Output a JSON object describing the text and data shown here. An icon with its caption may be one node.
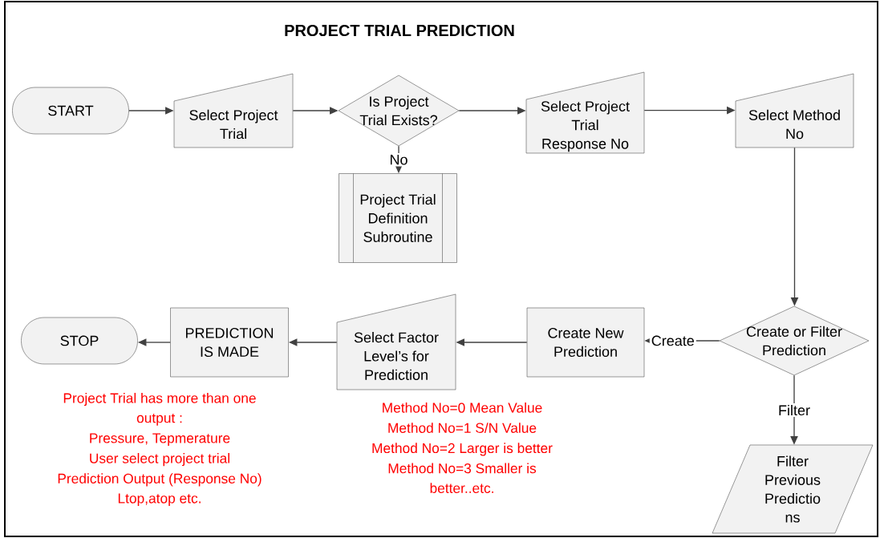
{
  "diagram": {
    "title": "PROJECT TRIAL PREDICTION",
    "nodes": [
      {
        "text": [
          "START"
        ]
      },
      {
        "text": [
          "Select Project Trial"
        ]
      },
      {
        "text": [
          "Is Project Trial Exists?"
        ]
      },
      {
        "text": [
          "Project Trial Definition Subroutine"
        ]
      },
      {
        "text": [
          "Select Project Trial Response No"
        ]
      },
      {
        "text": [
          "Select Method No"
        ]
      },
      {
        "text": [
          "Create or Filter Prediction"
        ]
      },
      {
        "text": [
          "Create New Prediction"
        ]
      },
      {
        "text": [
          "Select Factor Level’s for Prediction"
        ]
      },
      {
        "text": [
          "PREDICTION IS MADE"
        ]
      },
      {
        "text": [
          "STOP"
        ]
      },
      {
        "text": [
          "Filter Previous Predictio ns"
        ]
      }
    ],
    "edges": [
      {
        "from": 0,
        "to": 1,
        "arrow": "to"
      },
      {
        "from": 1,
        "to": 2,
        "arrow": "to"
      },
      {
        "from": 2,
        "to": 3,
        "arrow": "to",
        "label": "No"
      },
      {
        "from": 2,
        "to": 4,
        "arrow": "to"
      },
      {
        "from": 4,
        "to": 5,
        "arrow": "to"
      },
      {
        "from": 5,
        "to": 6,
        "arrow": "to"
      },
      {
        "from": 6,
        "to": 7,
        "arrow": "to",
        "label": "Create"
      },
      {
        "from": 7,
        "to": 8,
        "arrow": "to"
      },
      {
        "from": 8,
        "to": 9,
        "arrow": "to"
      },
      {
        "from": 9,
        "to": 10,
        "arrow": "to"
      },
      {
        "from": 6,
        "to": 11,
        "arrow": "to",
        "label": "Filter"
      }
    ],
    "labels": [
      "Project Trial has more than one output :",
      "Pressure, Tepmerature",
      "User select project trial",
      "Prediction Output (Response No) Ltop,atop etc.",
      "Method No=0 Mean Value",
      "Method No=1 S/N Value",
      "Method No=2 Larger is better",
      "Method No=3 Smaller is better..etc."
    ]
  }
}
